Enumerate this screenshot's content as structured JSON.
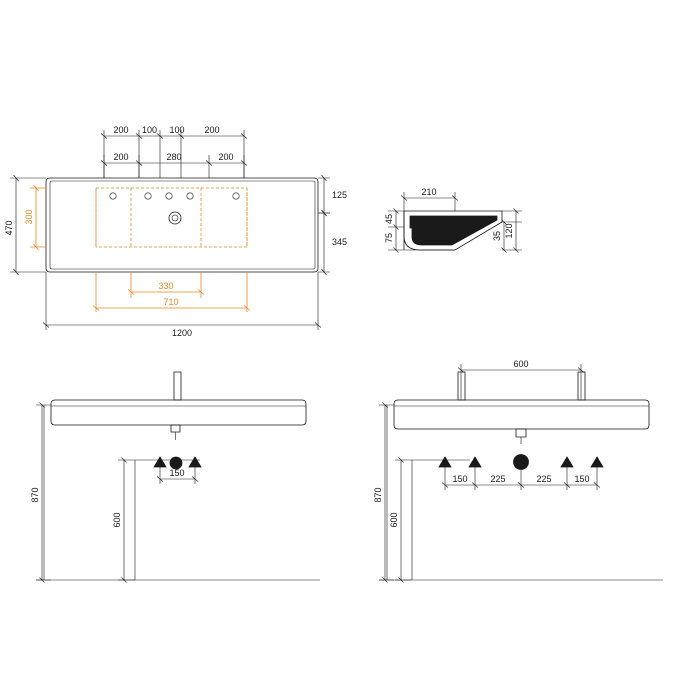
{
  "diagram": {
    "title": "washbasin-technical-drawing",
    "units": "mm",
    "colors": {
      "line": "#1a1a1a",
      "accent": "#e8881c",
      "background": "#ffffff"
    },
    "views": {
      "top": {
        "name": "top-view",
        "dims": {
          "tap_row_top": [
            "200",
            "100",
            "100",
            "200"
          ],
          "tap_row_second": [
            "200",
            "280",
            "200"
          ],
          "left_total": "470",
          "left_inner": "300",
          "right_upper": "125",
          "right_lower": "345",
          "bowl_width": "330",
          "basin_inner_width": "710",
          "overall_width": "1200"
        }
      },
      "side": {
        "name": "side-view",
        "dims": {
          "top_width": "210",
          "height_upper": "45",
          "height_lower": "75",
          "right_small": "35",
          "right_total": "120"
        }
      },
      "front_left": {
        "name": "front-view-single",
        "dims": {
          "height_total": "870",
          "height_lower": "600",
          "spacing": "150"
        }
      },
      "front_right": {
        "name": "front-view-double",
        "dims": {
          "top_span": "600",
          "height_total": "870",
          "height_lower": "600",
          "spacing": [
            "150",
            "225",
            "225",
            "150"
          ]
        }
      }
    }
  }
}
